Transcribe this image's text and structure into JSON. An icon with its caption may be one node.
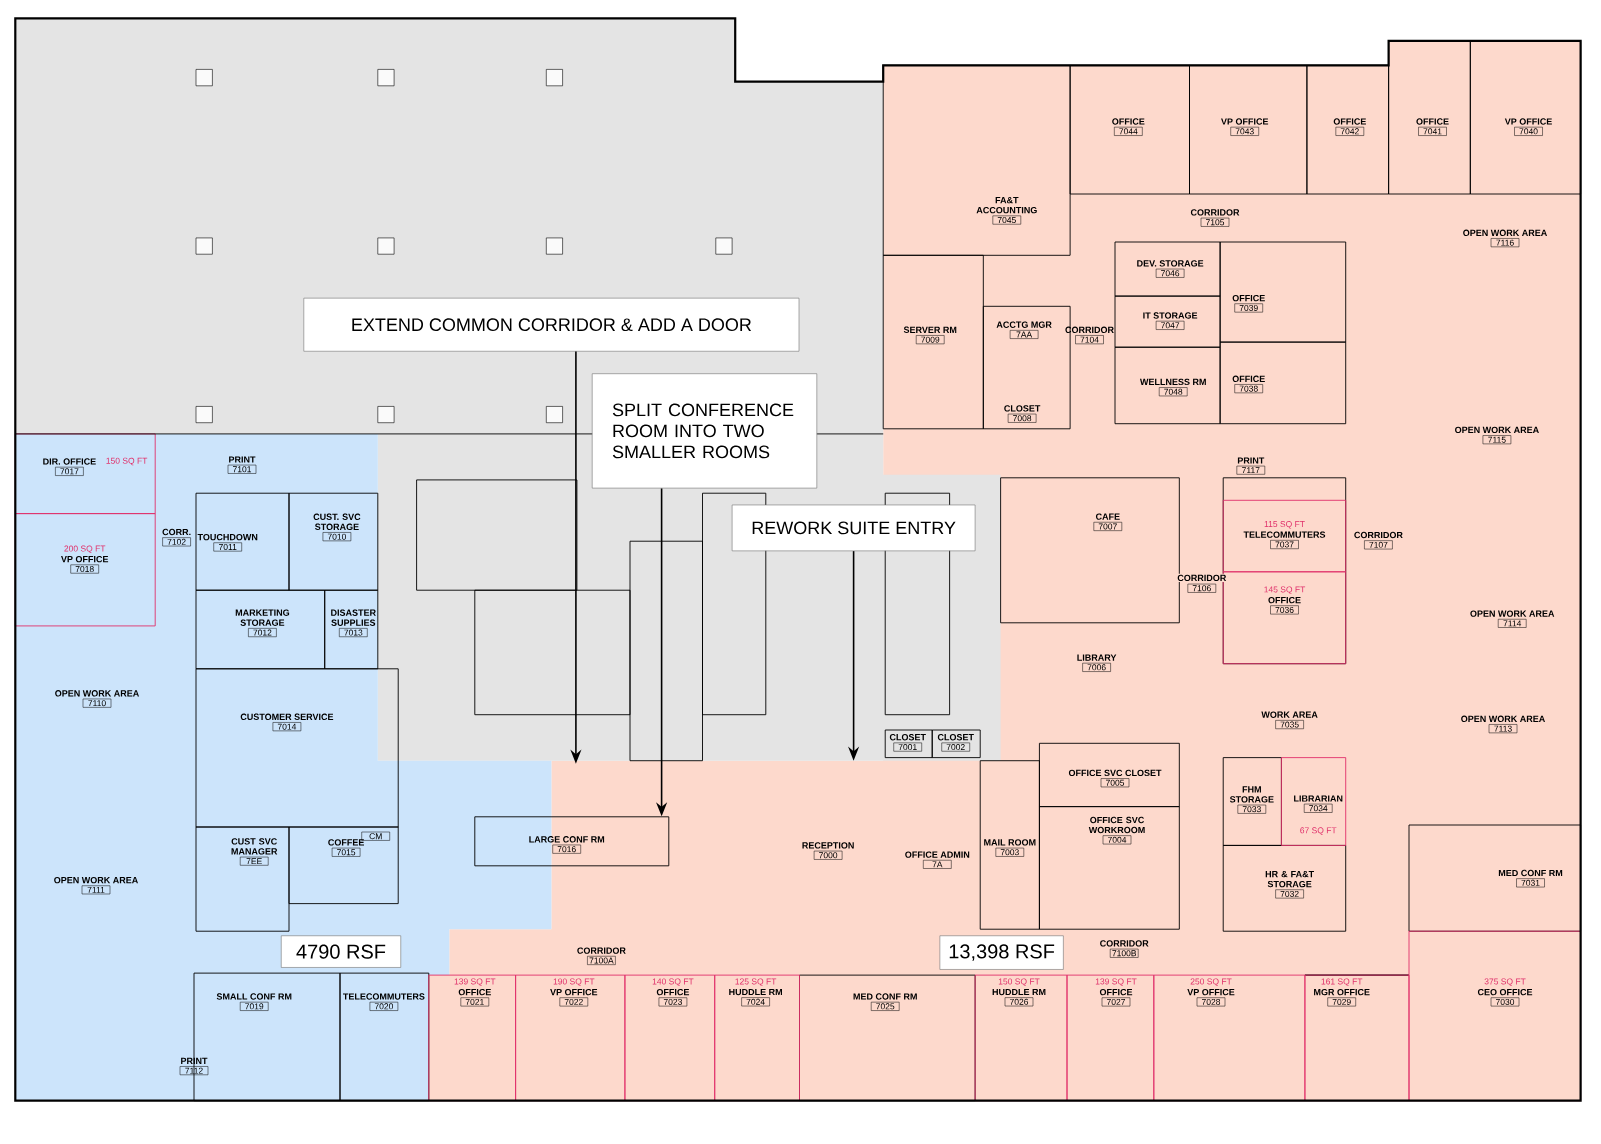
{
  "diagram": {
    "nodes": [
      {
        "text": [
          "EXTEND COMMON CORRIDOR & ADD A DOOR"
        ]
      },
      {
        "text": [
          "SPLIT CONFERENCE ROOM INTO TWO SMALLER ROOMS"
        ]
      },
      {
        "text": [
          "REWORK SUITE ENTRY"
        ]
      },
      {
        "text": [
          "4790 RSF"
        ]
      },
      {
        "text": [
          "13,398 RSF"
        ]
      },
      {
        "text": [],
        "shape": "box"
      }
    ],
    "edges": [
      {
        "from": 0,
        "to": null,
        "arrow": "to"
      },
      {
        "from": 1,
        "to": 5,
        "arrow": "to"
      },
      {
        "from": 2,
        "to": null,
        "arrow": "to"
      }
    ],
    "labels": [
      "DIR. OFFICE",
      "7017",
      "150 SQ FT",
      "PRINT",
      "7101",
      "CORR.",
      "7102",
      "TOUCHDOWN",
      "7011",
      "CUST. SVC STORAGE",
      "7010",
      "200 SQ FT",
      "VP OFFICE",
      "7018",
      "MARKETING STORAGE",
      "7012",
      "DISASTER SUPPLIES",
      "7013",
      "OPEN WORK AREA",
      "7110",
      "CUSTOMER SERVICE",
      "7014",
      "CUST SVC MANAGER",
      "7EE",
      "COFFEE",
      "7015",
      "CM",
      "OPEN WORK AREA",
      "7111",
      "SMALL CONF RM",
      "7019",
      "TELECOMMUTERS",
      "7020",
      "PRINT",
      "7112",
      "LARGE CONF RM",
      "7016",
      "RECEPTION",
      "7000",
      "OFFICE ADMIN",
      "7A",
      "CLOSET",
      "7001",
      "CLOSET",
      "7002",
      "CORRIDOR",
      "7100A",
      "139 SQ FT",
      "OFFICE",
      "7021",
      "190 SQ FT",
      "VP OFFICE",
      "7022",
      "140 SQ FT",
      "OFFICE",
      "7023",
      "125 SQ FT",
      "HUDDLE RM",
      "7024",
      "MED CONF RM",
      "7025",
      "150 SQ FT",
      "HUDDLE RM",
      "7026",
      "139 SQ FT",
      "OFFICE",
      "7027",
      "250 SQ FT",
      "VP OFFICE",
      "7028",
      "161 SQ FT",
      "MGR OFFICE",
      "7029",
      "375 SQ FT",
      "CEO OFFICE",
      "7030",
      "CORRIDOR",
      "7100B",
      "OFFICE",
      "7044",
      "VP OFFICE",
      "7043",
      "OFFICE",
      "7042",
      "OFFICE",
      "7041",
      "VP OFFICE",
      "7040",
      "FA&T ACCOUNTING",
      "7045",
      "CORRIDOR",
      "7105",
      "OPEN WORK AREA",
      "7116",
      "DEV. STORAGE",
      "7046",
      "OFFICE",
      "7039",
      "SERVER RM",
      "7009",
      "ACCTG MGR",
      "7AA",
      "CORRIDOR",
      "7104",
      "IT STORAGE",
      "7047",
      "WELLNESS RM",
      "7048",
      "OFFICE",
      "7038",
      "CLOSET",
      "7008",
      "OPEN WORK AREA",
      "7115",
      "PRINT",
      "7117",
      "CAFE",
      "7007",
      "115 SQ FT",
      "TELECOMMUTERS",
      "7037",
      "CORRIDOR",
      "7107",
      "CORRIDOR",
      "7106",
      "145 SQ FT",
      "OFFICE",
      "7036",
      "OPEN WORK AREA",
      "7114",
      "LIBRARY",
      "7006",
      "WORK AREA",
      "7035",
      "OPEN WORK AREA",
      "7113",
      "OFFICE SVC CLOSET",
      "7005",
      "FHM STORAGE",
      "7033",
      "LIBRARIAN",
      "7034",
      "67 SQ FT",
      "OFFICE SVC WORKROOM",
      "7004",
      "MAIL ROOM",
      "7003",
      "HR & FA&T STORAGE",
      "7032",
      "MED CONF RM",
      "7031"
    ]
  }
}
